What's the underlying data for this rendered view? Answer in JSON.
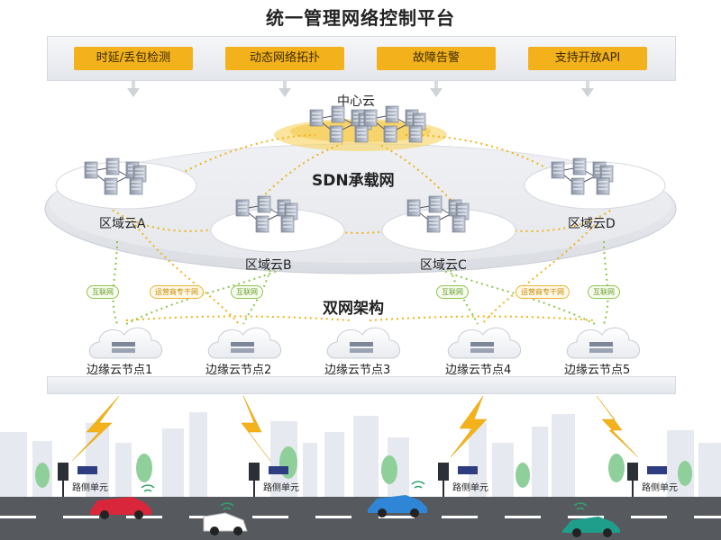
{
  "title": "统一管理网络控制平台",
  "platform_buttons": [
    "时延/丢包检测",
    "动态网络拓扑",
    "故障告警",
    "支持开放API"
  ],
  "center_cloud": "中心云",
  "sdn_label": "SDN承载网",
  "regional": [
    "区域云A",
    "区域云B",
    "区域云C",
    "区域云D"
  ],
  "dual_net": "双网架构",
  "tags": {
    "internet": "互联网",
    "carrier": "运营商专干网"
  },
  "edges": [
    "边缘云节点1",
    "边缘云节点2",
    "边缘云节点3",
    "边缘云节点4",
    "边缘云节点5"
  ],
  "roadside": "路侧单元",
  "colors": {
    "accent": "#f3b21b",
    "green_line": "#8ec64c",
    "yellow_line": "#f3b21b",
    "road": "#565a5f"
  }
}
